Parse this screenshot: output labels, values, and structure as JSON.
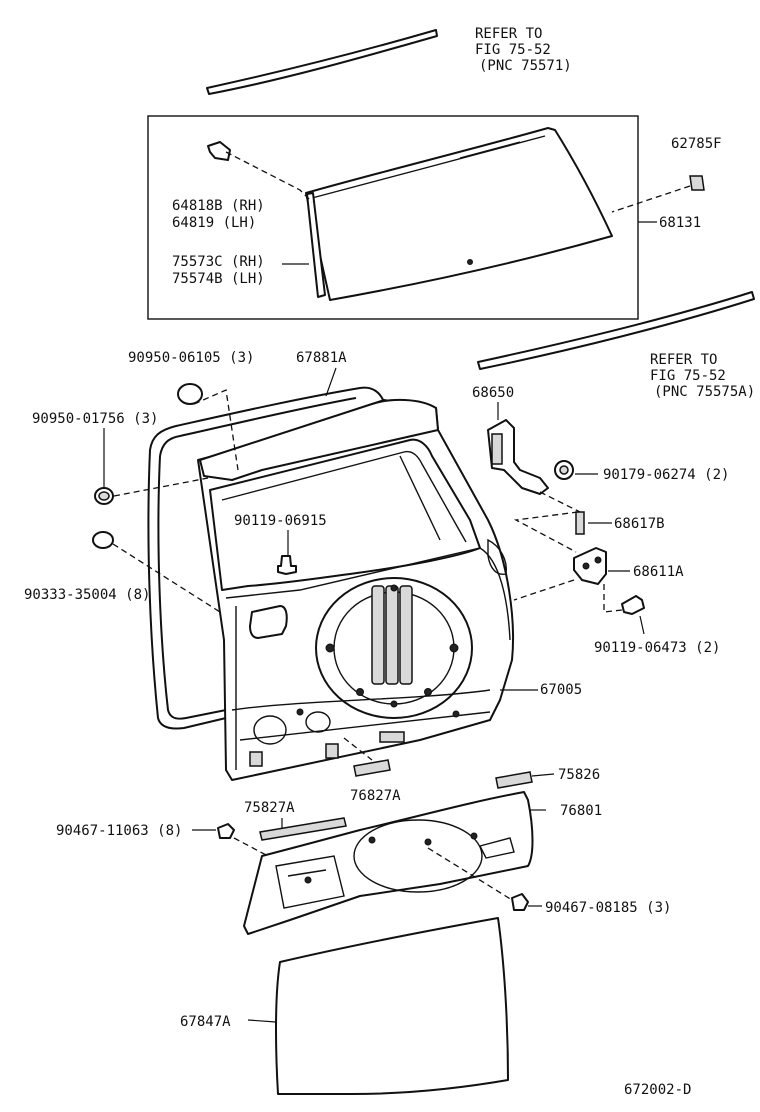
{
  "labels": {
    "refer_top_1": "REFER TO",
    "refer_top_2": "FIG 75-52",
    "refer_top_3": "(PNC 75571)",
    "p62785f": "62785F",
    "p64818b": "64818B (RH)",
    "p64819": "64819  (LH)",
    "p68131": "68131",
    "p75573c": "75573C (RH)",
    "p75574b": "75574B (LH)",
    "refer_mid_1": "REFER TO",
    "refer_mid_2": "FIG 75-52",
    "refer_mid_3": "(PNC 75575A)",
    "p90950_06105": "90950-06105 (3)",
    "p67881a": "67881A",
    "p68650": "68650",
    "p90950_01756": "90950-01756 (3)",
    "p90179_06274": "90179-06274 (2)",
    "p90119_06915": "90119-06915",
    "p68617b": "68617B",
    "p68611a": "68611A",
    "p90333_35004": "90333-35004 (8)",
    "p90119_06473": "90119-06473 (2)",
    "p67005": "67005",
    "p75826": "75826",
    "p76827a": "76827A",
    "p75827a": "75827A",
    "p76801": "76801",
    "p90467_11063": "90467-11063 (8)",
    "p90467_08185": "90467-08185 (3)",
    "p67847a": "67847A",
    "diagram_id": "672002-D"
  }
}
